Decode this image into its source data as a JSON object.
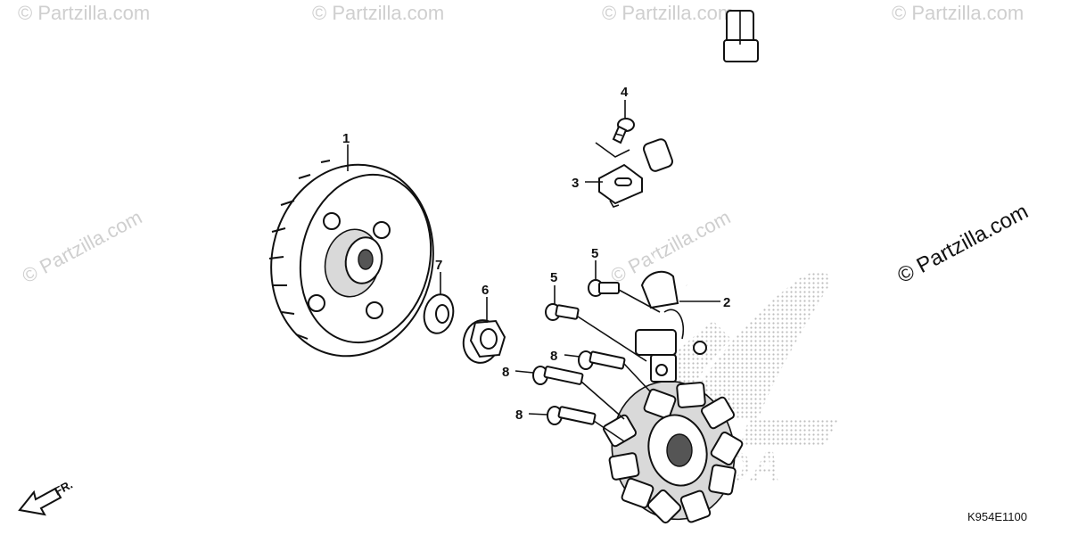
{
  "diagram": {
    "callouts": [
      {
        "id": "1",
        "label": "1"
      },
      {
        "id": "2",
        "label": "2"
      },
      {
        "id": "3",
        "label": "3"
      },
      {
        "id": "4",
        "label": "4"
      },
      {
        "id": "5a",
        "label": "5"
      },
      {
        "id": "5b",
        "label": "5"
      },
      {
        "id": "6",
        "label": "6"
      },
      {
        "id": "7",
        "label": "7"
      },
      {
        "id": "8a",
        "label": "8"
      },
      {
        "id": "8b",
        "label": "8"
      },
      {
        "id": "8c",
        "label": "8"
      }
    ],
    "watermark": "© Partzilla.com",
    "watermark_large": "© Partzilla.com",
    "diagram_code": "K954E1100",
    "direction_label": "FR.",
    "brand_mark": "HONDA"
  }
}
